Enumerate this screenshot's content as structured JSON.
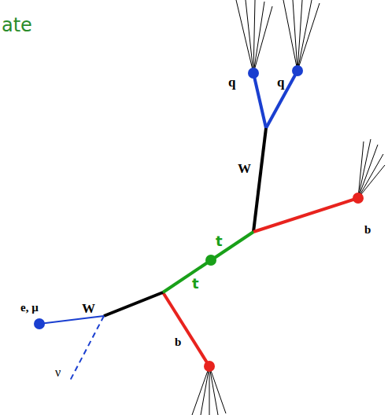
{
  "diagram": {
    "labels": [
      "ate",
      "q",
      "q",
      "W",
      "b",
      "t",
      "t",
      "W",
      "e, μ",
      "ν",
      "b"
    ]
  }
}
